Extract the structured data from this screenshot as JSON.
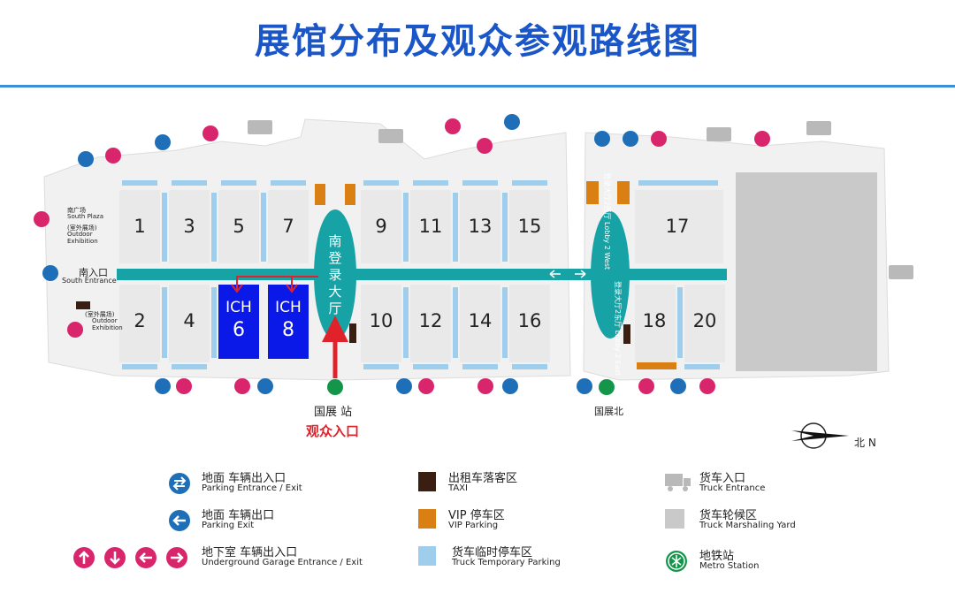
{
  "title": "展馆分布及观众参观路线图",
  "halls_top": [
    "1",
    "3",
    "5",
    "7",
    "9",
    "11",
    "13",
    "15",
    "17"
  ],
  "halls_bottom": [
    "2",
    "4",
    "10",
    "12",
    "14",
    "16",
    "18",
    "20"
  ],
  "ich": [
    {
      "l1": "ICH",
      "l2": "6"
    },
    {
      "l1": "ICH",
      "l2": "8"
    }
  ],
  "south_lobby": [
    "南",
    "登",
    "录",
    "大",
    "厅"
  ],
  "lobby2": {
    "west": "登录大厅2西厅 Lobby 2 West",
    "east": "登录大厅2东厅 Lobby 2 East"
  },
  "labels": {
    "south_plaza_cn": "南广场",
    "south_plaza_en": "South Plaza",
    "outdoor1_cn": "(室外展场)",
    "outdoor1_en1": "Outdoor",
    "outdoor1_en2": "Exhibition",
    "south_entrance_cn": "南入口",
    "south_entrance_en": "South Entrance",
    "outdoor2_cn": "(室外展场)",
    "outdoor2_en1": "Outdoor",
    "outdoor2_en2": "Exhibition",
    "station1": "国展 站",
    "visitor_entrance": "观众入口",
    "station2": "国展北",
    "north": "北 N"
  },
  "legend": [
    {
      "cn": "地面 车辆出入口",
      "en": "Parking Entrance / Exit",
      "icon": "parking-entrance-exit-icon"
    },
    {
      "cn": "地面 车辆出口",
      "en": "Parking Exit",
      "icon": "parking-exit-icon"
    },
    {
      "cn": "地下室 车辆出入口",
      "en": "Underground Garage Entrance / Exit",
      "icon": "underground-garage-icon"
    },
    {
      "cn": "出租车落客区",
      "en": "TAXI",
      "icon": "taxi-square-icon"
    },
    {
      "cn": "VIP 停车区",
      "en": "VIP Parking",
      "icon": "vip-parking-square-icon"
    },
    {
      "cn": "货车临时停车区",
      "en": "Truck Temporary Parking",
      "icon": "truck-temp-parking-square-icon"
    },
    {
      "cn": "货车入口",
      "en": "Truck Entrance",
      "icon": "truck-icon"
    },
    {
      "cn": "货车轮候区",
      "en": "Truck Marshaling Yard",
      "icon": "marshaling-yard-square-icon"
    },
    {
      "cn": "地铁站",
      "en": "Metro Station",
      "icon": "metro-icon"
    }
  ],
  "colors": {
    "title": "#1a56c8",
    "corridor": "#17a3a5",
    "ich": "#0a18e8",
    "hall": "#e9e9ea",
    "light_blue": "#9fcdec",
    "taxi": "#3a1e12",
    "vip": "#d97f14",
    "magenta": "#d9256b",
    "metro": "#14964a",
    "parking_blue": "#1e6fb8",
    "red": "#e0232a"
  }
}
